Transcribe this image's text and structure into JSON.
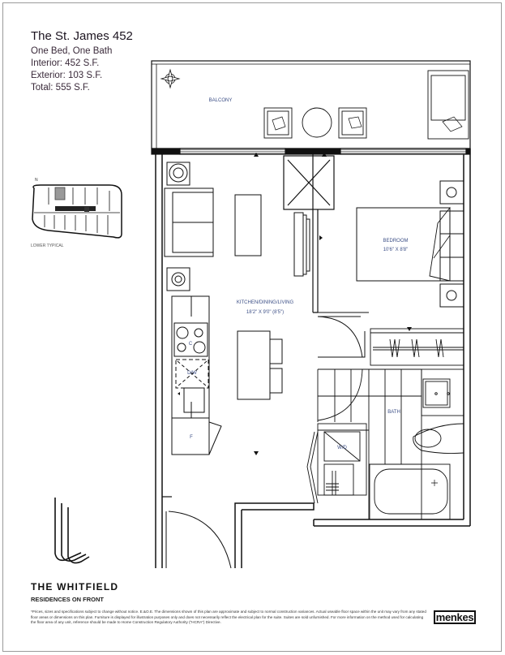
{
  "unit": {
    "name": "The St. James 452",
    "type": "One Bed, One Bath",
    "interior": "Interior: 452 S.F.",
    "exterior": "Exterior: 103 S.F.",
    "total": "Total: 555 S.F."
  },
  "key_plan": {
    "label": "LOWER TYPICAL",
    "north": "N"
  },
  "rooms": {
    "balcony": "BALCONY",
    "bedroom": "BEDROOM",
    "bedroom_dim": "10'6\" X 8'8\"",
    "kitchen": "KITCHEN/DINING/LIVING",
    "kitchen_dim": "18'2\" X 9'0\" (8'5\")",
    "bath": "BATH",
    "cooktop": "C",
    "dishwasher": "D/W",
    "fridge": "F",
    "washer_dryer": "W/D"
  },
  "brand": {
    "name": "THE WHITFIELD",
    "tagline": "RESIDENCES ON FRONT",
    "developer": "menkes"
  },
  "disclaimer": "*Prices, sizes and specifications subject to change without notice. E.&O.E. The dimensions shown of this plan are approximate and subject to normal construction variances. Actual useable floor space within the unit may vary from any stated floor areas or dimensions on this plan. Furniture is displayed for illustration purposes only and does not necessarily reflect the electrical plan for the suite. Suites are sold unfurnished. For more information on the method used for calculating the floor area of any unit, reference should be made to Home Construction Regulatory Authority (\"HCRA\") Directive."
}
